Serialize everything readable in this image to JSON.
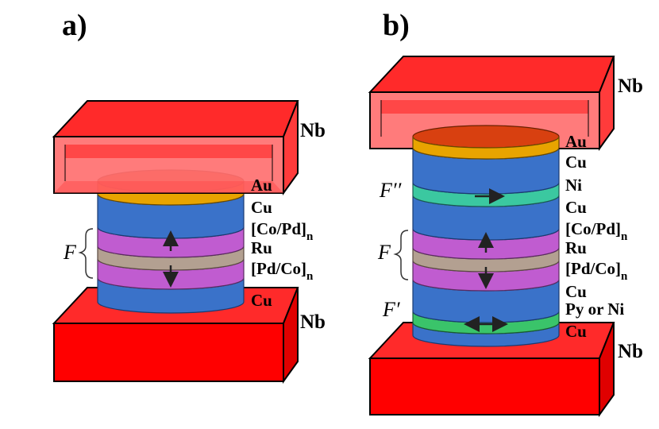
{
  "colors": {
    "nb_front": "#ff0000",
    "nb_back": "#ff7070",
    "nb_inner": "#ff3b3b",
    "au_top": "#d84010",
    "au_side": "#e8a400",
    "cu": "#3a72c9",
    "co_pd": "#c05cd0",
    "ru": "#b3a091",
    "ni": "#3bc8a0",
    "py": "#3ac46a",
    "arrow": "#222222"
  },
  "panel_a": {
    "label": "a)",
    "f_label": "F",
    "nb_top": "Nb",
    "nb_bottom": "Nb",
    "layers": [
      "Au",
      "Cu",
      "[Co/Pd]",
      "Ru",
      "[Pd/Co]",
      "Cu"
    ],
    "subscript": "n",
    "magnetization": [
      {
        "layer": "[Co/Pd]",
        "direction": "up-arrow"
      },
      {
        "layer": "[Pd/Co]",
        "direction": "down-arrow"
      }
    ]
  },
  "panel_b": {
    "label": "b)",
    "f2_label": "F′′",
    "f_label": "F",
    "f1_label": "F′",
    "nb_top": "Nb",
    "nb_bottom": "Nb",
    "layers": [
      "Au",
      "Cu",
      "Ni",
      "Cu",
      "[Co/Pd]",
      "Ru",
      "[Pd/Co]",
      "Cu",
      "Py or Ni",
      "Cu"
    ],
    "subscript": "n",
    "magnetization": [
      {
        "layer": "Ni",
        "direction": "right-arrow"
      },
      {
        "layer": "[Co/Pd]",
        "direction": "up-arrow"
      },
      {
        "layer": "[Pd/Co]",
        "direction": "down-arrow"
      },
      {
        "layer": "Py or Ni",
        "direction": "left-right-arrow"
      }
    ]
  }
}
